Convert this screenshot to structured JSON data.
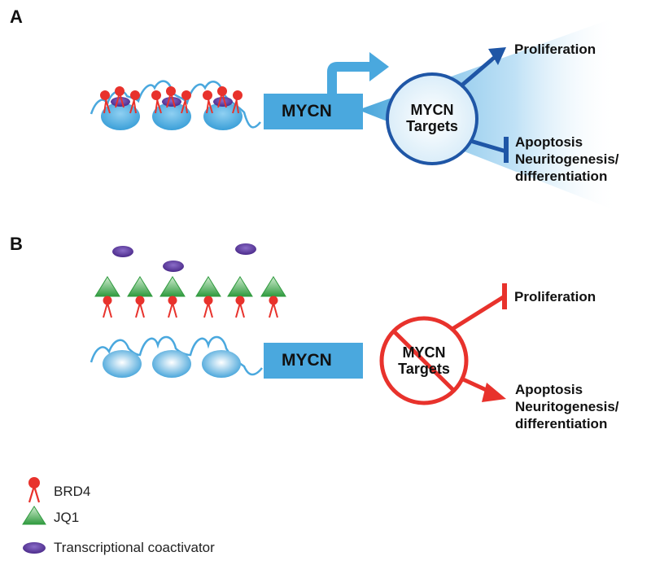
{
  "panel_a": {
    "letter": "A",
    "gene_label": "MYCN",
    "target_line1": "MYCN",
    "target_line2": "Targets",
    "outcome_up": "Proliferation",
    "outcome_down_1": "Apoptosis",
    "outcome_down_2": "Neuritogenesis/",
    "outcome_down_3": "differentiation"
  },
  "panel_b": {
    "letter": "B",
    "gene_label": "MYCN",
    "target_line1": "MYCN",
    "target_line2": "Targets",
    "outcome_up": "Proliferation",
    "outcome_down_1": "Apoptosis",
    "outcome_down_2": "Neuritogenesis/",
    "outcome_down_3": "differentiation"
  },
  "legend": {
    "items": [
      {
        "label": "BRD4",
        "icon": "brd4-icon"
      },
      {
        "label": "JQ1",
        "icon": "jq1-triangle-icon"
      },
      {
        "label": "Transcriptional coactivator",
        "icon": "coactivator-ellipse-icon"
      }
    ]
  },
  "colors": {
    "blue_light": "#4aa8de",
    "blue_dark": "#1f56a6",
    "red": "#e8322c",
    "green": "#3aa64a",
    "purple": "#5b3a9a"
  }
}
